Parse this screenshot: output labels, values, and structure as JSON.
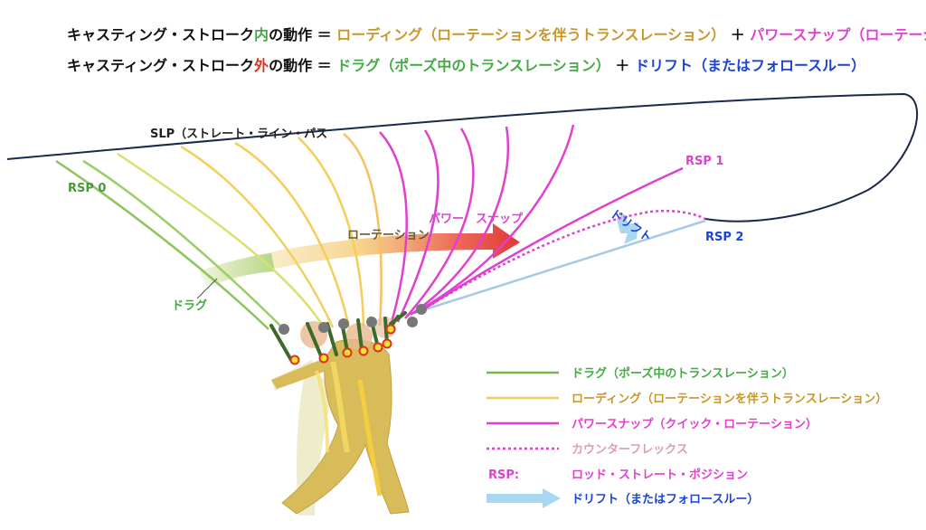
{
  "header": {
    "line1": {
      "prefix_a": "キャスティング・ストローク",
      "prefix_key": "内",
      "prefix_b": "の動作 ＝ ",
      "part1": "ローディング（ローテーションを伴うトランスレーション）",
      "plus": " ＋ ",
      "part2": "パワースナップ（ローテーション）"
    },
    "line2": {
      "prefix_a": "キャスティング・ストローク",
      "prefix_key": "外",
      "prefix_b": "の動作 ＝ ",
      "part1": "ドラグ（ポーズ中のトランスレーション）",
      "plus": " ＋ ",
      "part2": "ドリフト（またはフォロースルー）"
    }
  },
  "labels": {
    "slp": "SLP（ストレート・ライン・パス",
    "rsp0": "RSP 0",
    "rsp1": "RSP 1",
    "rsp2": "RSP 2",
    "rotation": "ローテーション",
    "power_snap": "パワー　スナップ",
    "drag": "ドラグ",
    "drift": "ドリフト"
  },
  "legend": {
    "items": [
      {
        "label": "ドラグ（ポーズ中のトランスレーション）",
        "color": "#7ab648",
        "style": "solid"
      },
      {
        "label": "ローディング（ローテーションを伴うトランスレーション）",
        "color": "#f5cd5a",
        "style": "solid"
      },
      {
        "label": "パワースナップ（クイック・ローテーション）",
        "color": "#e040d0",
        "style": "solid"
      },
      {
        "label": "カウンターフレックス",
        "color": "#e040d0",
        "style": "dotted"
      }
    ],
    "rsp_key": "RSP:",
    "rsp_value": "ロッド・ストレート・ポジション",
    "drift_item": "ドリフト（またはフォロースルー）"
  },
  "colors": {
    "black": "#111111",
    "green_key": "#44aa44",
    "red_key": "#e03020",
    "loading": "#c8962a",
    "magenta": "#e040d0",
    "drag_green": "#44aa44",
    "drift_blue": "#1a44d8",
    "slp_line": "#1b2a4a",
    "rsp0_text": "#4a9a3a",
    "rsp1_text": "#e040d0",
    "rsp2_text": "#1a44d8",
    "rotation_text": "#6a5a30",
    "cf_text": "#d8a0b0",
    "rsp_key_text": "#e040d0",
    "rsp_val_text": "#e040d0",
    "drift_arrow": "#a8d8f0"
  }
}
